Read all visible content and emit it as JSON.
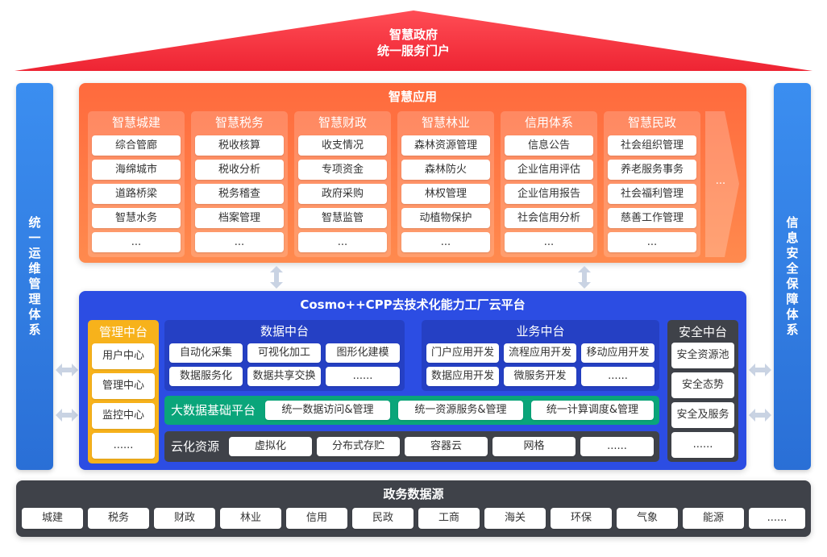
{
  "roof": {
    "title_line1": "智慧政府",
    "title_line2": "统一服务门户"
  },
  "left_side": "统一运维管理体系",
  "right_side": "信息安全保障体系",
  "apps": {
    "title": "智慧应用",
    "columns": [
      {
        "title": "智慧城建",
        "items": [
          "综合管廊",
          "海绵城市",
          "道路桥梁",
          "智慧水务",
          "..."
        ]
      },
      {
        "title": "智慧税务",
        "items": [
          "税收核算",
          "税收分析",
          "税务稽查",
          "档案管理",
          "..."
        ]
      },
      {
        "title": "智慧财政",
        "items": [
          "收支情况",
          "专项资金",
          "政府采购",
          "智慧监管",
          "..."
        ]
      },
      {
        "title": "智慧林业",
        "items": [
          "森林资源管理",
          "森林防火",
          "林权管理",
          "动植物保护",
          "..."
        ]
      },
      {
        "title": "信用体系",
        "items": [
          "信息公告",
          "企业信用评估",
          "企业信用报告",
          "社会信用分析",
          "..."
        ]
      },
      {
        "title": "智慧民政",
        "items": [
          "社会组织管理",
          "养老服务事务",
          "社会福利管理",
          "慈善工作管理",
          "..."
        ]
      }
    ],
    "more": "..."
  },
  "platform": {
    "title": "Cosmo++CPP去技术化能力工厂云平台",
    "mgmt": {
      "title": "管理中台",
      "items": [
        "用户中心",
        "管理中心",
        "监控中心",
        "......"
      ]
    },
    "data": {
      "title": "数据中台",
      "items": [
        "自动化采集",
        "可视化加工",
        "图形化建模",
        "数据服务化",
        "数据共享交换",
        "......"
      ]
    },
    "business": {
      "title": "业务中台",
      "items": [
        "门户应用开发",
        "流程应用开发",
        "移动应用开发",
        "数据应用开发",
        "微服务开发",
        "......"
      ]
    },
    "security": {
      "title": "安全中台",
      "items": [
        "安全资源池",
        "安全态势",
        "安全及服务",
        "......"
      ]
    },
    "bigdata": {
      "title": "大数据基础平台",
      "items": [
        "统一数据访问&管理",
        "统一资源服务&管理",
        "统一计算调度&管理"
      ]
    },
    "cloud": {
      "title": "云化资源",
      "items": [
        "虚拟化",
        "分布式存贮",
        "容器云",
        "网格",
        "......"
      ]
    }
  },
  "sources": {
    "title": "政务数据源",
    "items": [
      "城建",
      "税务",
      "财政",
      "林业",
      "信用",
      "民政",
      "工商",
      "海关",
      "环保",
      "气象",
      "能源",
      "......"
    ]
  },
  "colors": {
    "roof": "#ff3b47",
    "apps": "#ff6a3d",
    "side": "#2f7fe8",
    "platform": "#2c4de3",
    "mgmt": "#f7b21b",
    "bigdata": "#0aa57a",
    "cloud_and_security": "#3f4249"
  }
}
